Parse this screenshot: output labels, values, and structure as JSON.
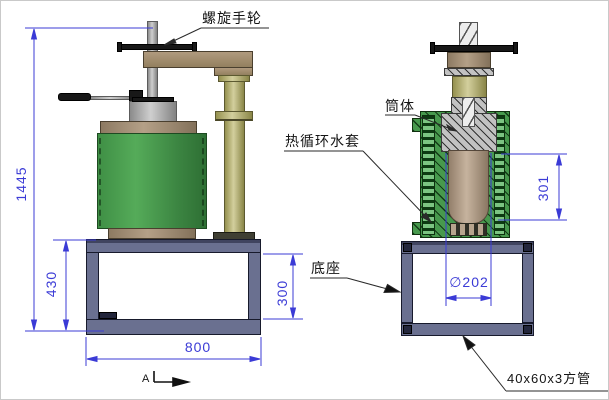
{
  "labels": {
    "handwheel": "螺旋手轮",
    "cylinder_body": "筒体",
    "water_jacket": "热循环水套",
    "base": "底座",
    "square_tube": "40x60x3方管"
  },
  "dimensions": {
    "total_height": "1445",
    "base_height": "430",
    "base_inner_height": "300",
    "base_width": "800",
    "barrel_height": "301",
    "bore_diameter": "∅202"
  },
  "section_marker": {
    "label": "A"
  },
  "colors": {
    "dimension_blue": "#3b3bd6",
    "machine_green": "#47994d",
    "base_slate": "#6a7090",
    "column_yellow": "#c9c489",
    "body_tan": "#a28b72"
  }
}
